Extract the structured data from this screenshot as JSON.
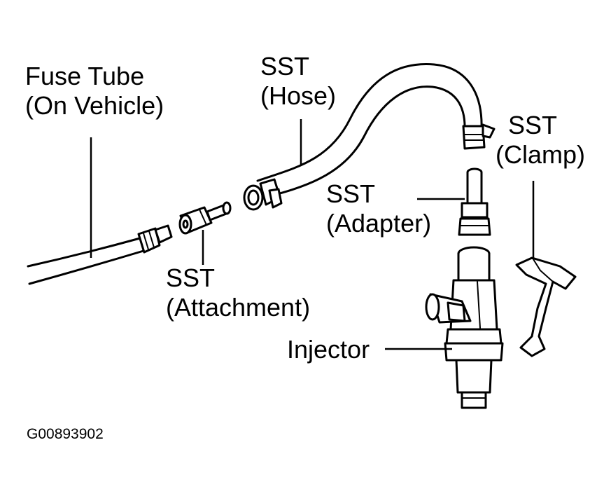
{
  "labels": {
    "fuse_tube": {
      "line1": "Fuse Tube",
      "line2": "(On Vehicle)"
    },
    "sst_hose": {
      "line1": "SST",
      "line2": "(Hose)"
    },
    "sst_clamp": {
      "line1": "SST",
      "line2": "(Clamp)"
    },
    "sst_adapter": {
      "line1": "SST",
      "line2": "(Adapter)"
    },
    "sst_attachment": {
      "line1": "SST",
      "line2": "(Attachment)"
    },
    "injector": "Injector"
  },
  "figure_id": "G00893902",
  "colors": {
    "line": "#000000",
    "background": "#ffffff"
  }
}
